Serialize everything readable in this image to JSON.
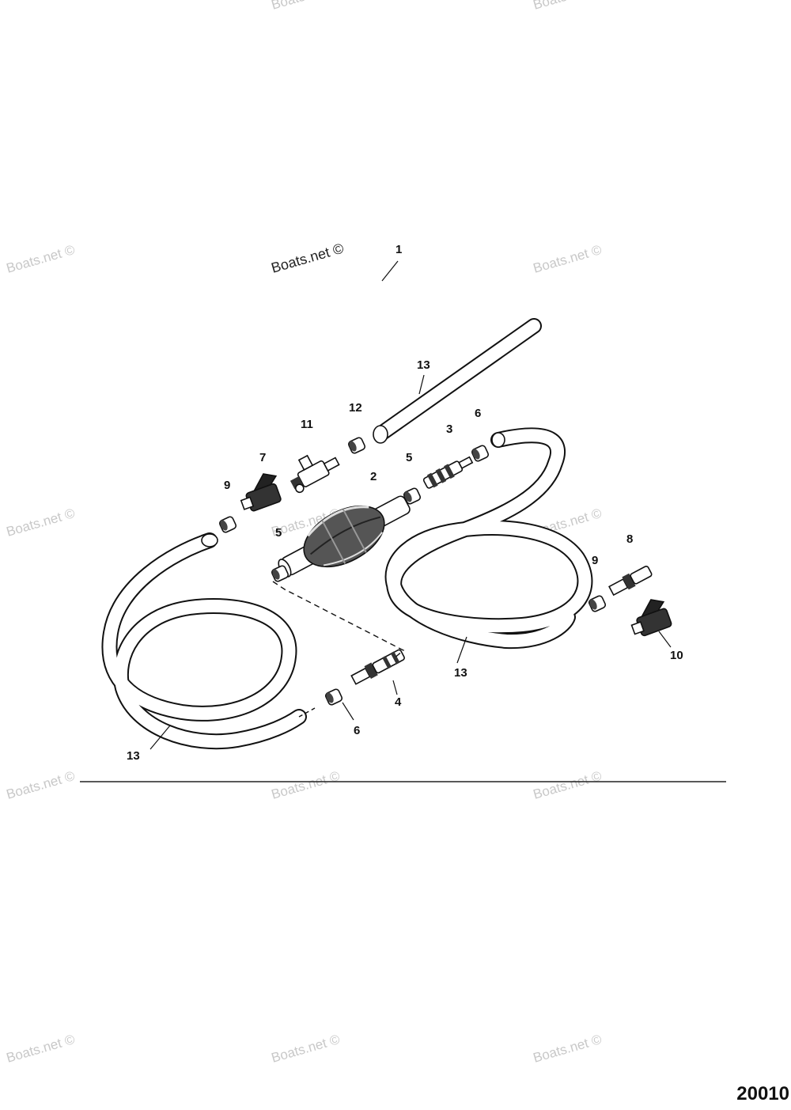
{
  "watermark": "Boats.net ©",
  "figure_number": "20010",
  "callouts": {
    "c1": "1",
    "c2": "2",
    "c3": "3",
    "c4": "4",
    "c5a": "5",
    "c5b": "5",
    "c6a": "6",
    "c6b": "6",
    "c7": "7",
    "c8": "8",
    "c9a": "9",
    "c9b": "9",
    "c10": "10",
    "c11": "11",
    "c12": "12",
    "c13a": "13",
    "c13b": "13",
    "c13c": "13"
  }
}
